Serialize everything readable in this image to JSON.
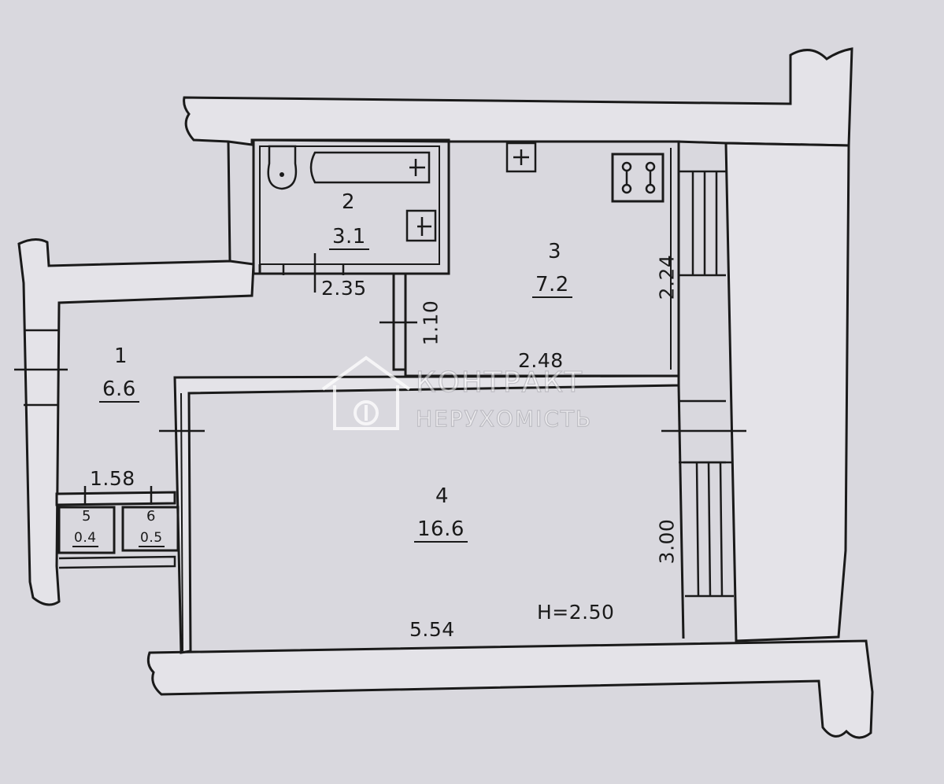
{
  "rooms": [
    {
      "num": "1",
      "area": "6.6"
    },
    {
      "num": "2",
      "area": "3.1"
    },
    {
      "num": "3",
      "area": "7.2"
    },
    {
      "num": "4",
      "area": "16.6"
    },
    {
      "num": "5",
      "area": "0.4"
    },
    {
      "num": "6",
      "area": "0.5"
    }
  ],
  "dimensions": {
    "bath_width": "2.35",
    "corridor_width": "1.10",
    "kitchen_width": "2.48",
    "kitchen_depth": "2.24",
    "hall_width": "1.58",
    "living_depth": "3.00",
    "living_width": "5.54"
  },
  "ceiling_height": "H=2.50",
  "watermark": {
    "line1": "КОНТРАКТ",
    "line2": "НЕРУХОМІСТЬ"
  },
  "colors": {
    "paper": "#d9d8de",
    "wall_fill": "#e4e3e8",
    "ink": "#1a1a1a"
  }
}
